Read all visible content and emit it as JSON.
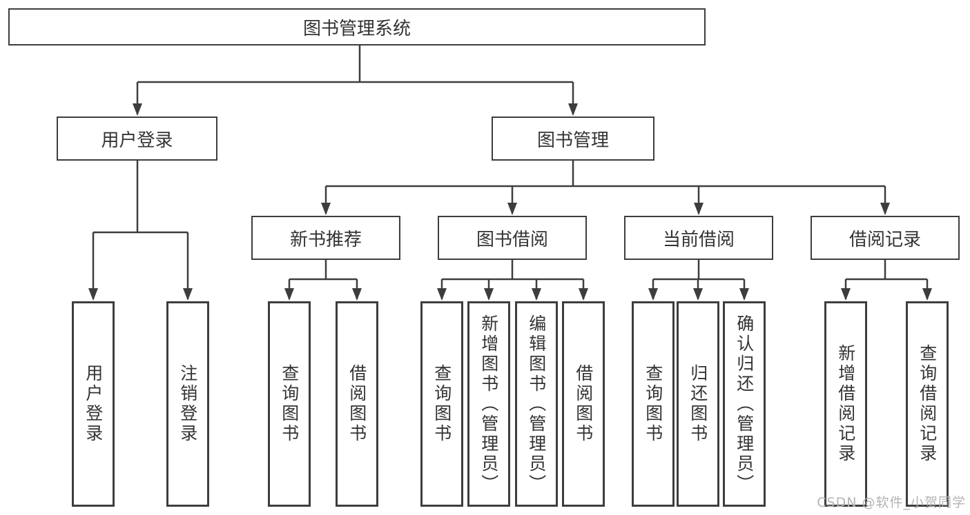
{
  "diagram": {
    "root": {
      "label": "图书管理系统"
    },
    "level2": [
      {
        "label": "用户登录"
      },
      {
        "label": "图书管理"
      }
    ],
    "level3": [
      {
        "label": "新书推荐"
      },
      {
        "label": "图书借阅"
      },
      {
        "label": "当前借阅"
      },
      {
        "label": "借阅记录"
      }
    ],
    "leaves": {
      "user_login": [
        {
          "label": "用户登录"
        },
        {
          "label": "注销登录"
        }
      ],
      "new_book_recommend": [
        {
          "label": "查询图书"
        },
        {
          "label": "借阅图书"
        }
      ],
      "book_borrow": [
        {
          "label": "查询图书"
        },
        {
          "label": "新增图书（管理员）"
        },
        {
          "label": "编辑图书（管理员）"
        },
        {
          "label": "借阅图书"
        }
      ],
      "current_borrow": [
        {
          "label": "查询图书"
        },
        {
          "label": "归还图书"
        },
        {
          "label": "确认归还（管理员）"
        }
      ],
      "borrow_record": [
        {
          "label": "新增借阅记录"
        },
        {
          "label": "查询借阅记录"
        }
      ]
    },
    "watermark": "CSDN @软件_小贺同学",
    "colors": {
      "line": "#3d3d3d",
      "text": "#333333",
      "watermark": "#b3b3b3",
      "background": "#ffffff"
    }
  }
}
